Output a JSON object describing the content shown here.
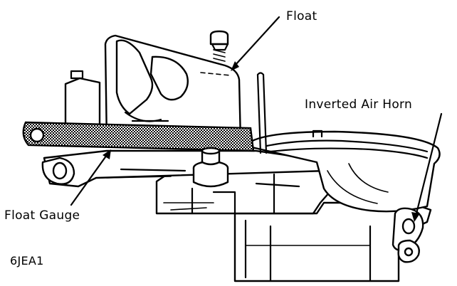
{
  "labels": {
    "float": "Float",
    "inverted_air_horn": "Inverted Air Horn",
    "float_gauge": "Float Gauge",
    "figure_code": "6JEA1"
  },
  "colors": {
    "ink": "#000000",
    "paper": "#ffffff"
  }
}
